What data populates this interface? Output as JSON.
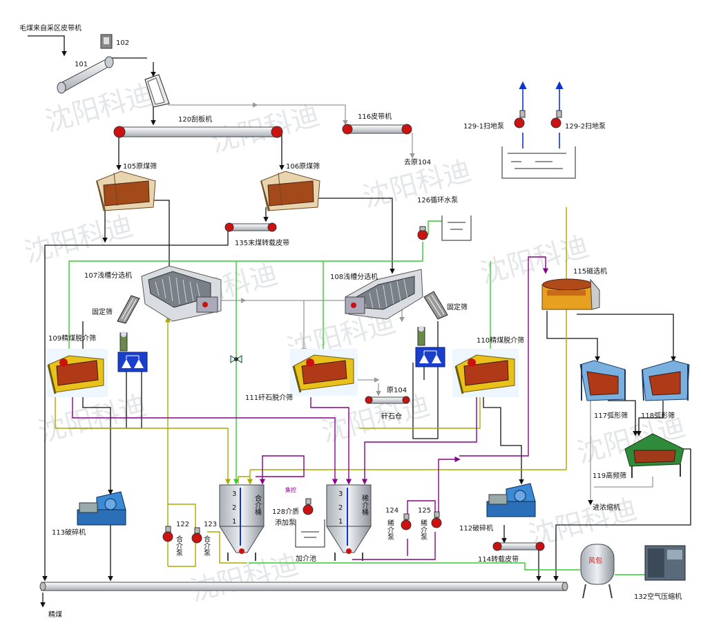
{
  "labels": {
    "raw_coal_input": "毛煤来自采区皮带机",
    "n101": "101",
    "n102": "102",
    "n120": "120刮板机",
    "n116": "116皮带机",
    "to_raw104": "去原104",
    "n105": "105原煤筛",
    "n106": "106原煤筛",
    "n135": "135末煤转载皮带",
    "n126": "126循环水泵",
    "n129_1": "129-1扫地泵",
    "n129_2": "129-2扫地泵",
    "n107": "107浅槽分选机",
    "n108": "108浅槽分选机",
    "fixed_screen_left": "固定筛",
    "fixed_screen_right": "固定筛",
    "n109": "109精煤脱介筛",
    "n110": "110精煤脱介筛",
    "n111": "111矸石脱介筛",
    "raw104": "原104",
    "gangue_bin": "矸石仓",
    "n115": "115磁选机",
    "n117": "117弧形筛",
    "n118": "118弧形筛",
    "n119": "119高频筛",
    "to_thickener": "进浓缩机",
    "n113": "113破碎机",
    "n112": "112破碎机",
    "n114": "114转载皮带",
    "n122_num": "122",
    "n122_name": "合介泵",
    "n123_num": "123",
    "n123_name": "合介泵",
    "n124_num": "124",
    "n124_name": "稀介泵",
    "n125_num": "125",
    "n125_name": "稀介泵",
    "n128": "128介质",
    "n128b": "添加泵",
    "jijiao": "集控",
    "add_pool": "加介池",
    "qualified_tank": "合介桶",
    "dilute_tank": "稀介桶",
    "tank_marks": [
      "3",
      "2",
      "1"
    ],
    "air_receiver": "风包",
    "n132": "132空气压缩机",
    "clean_coal": "精煤",
    "watermark": "沈阳科迪"
  },
  "colors": {
    "coal_line": "#111111",
    "water_line": "#33cc33",
    "dilute_line": "#880088",
    "qualified_line": "#aaaa00",
    "reject_line": "#999999",
    "pump": "#cc1111",
    "roller": "#cc1111",
    "blue_arrow": "#1133cc"
  }
}
